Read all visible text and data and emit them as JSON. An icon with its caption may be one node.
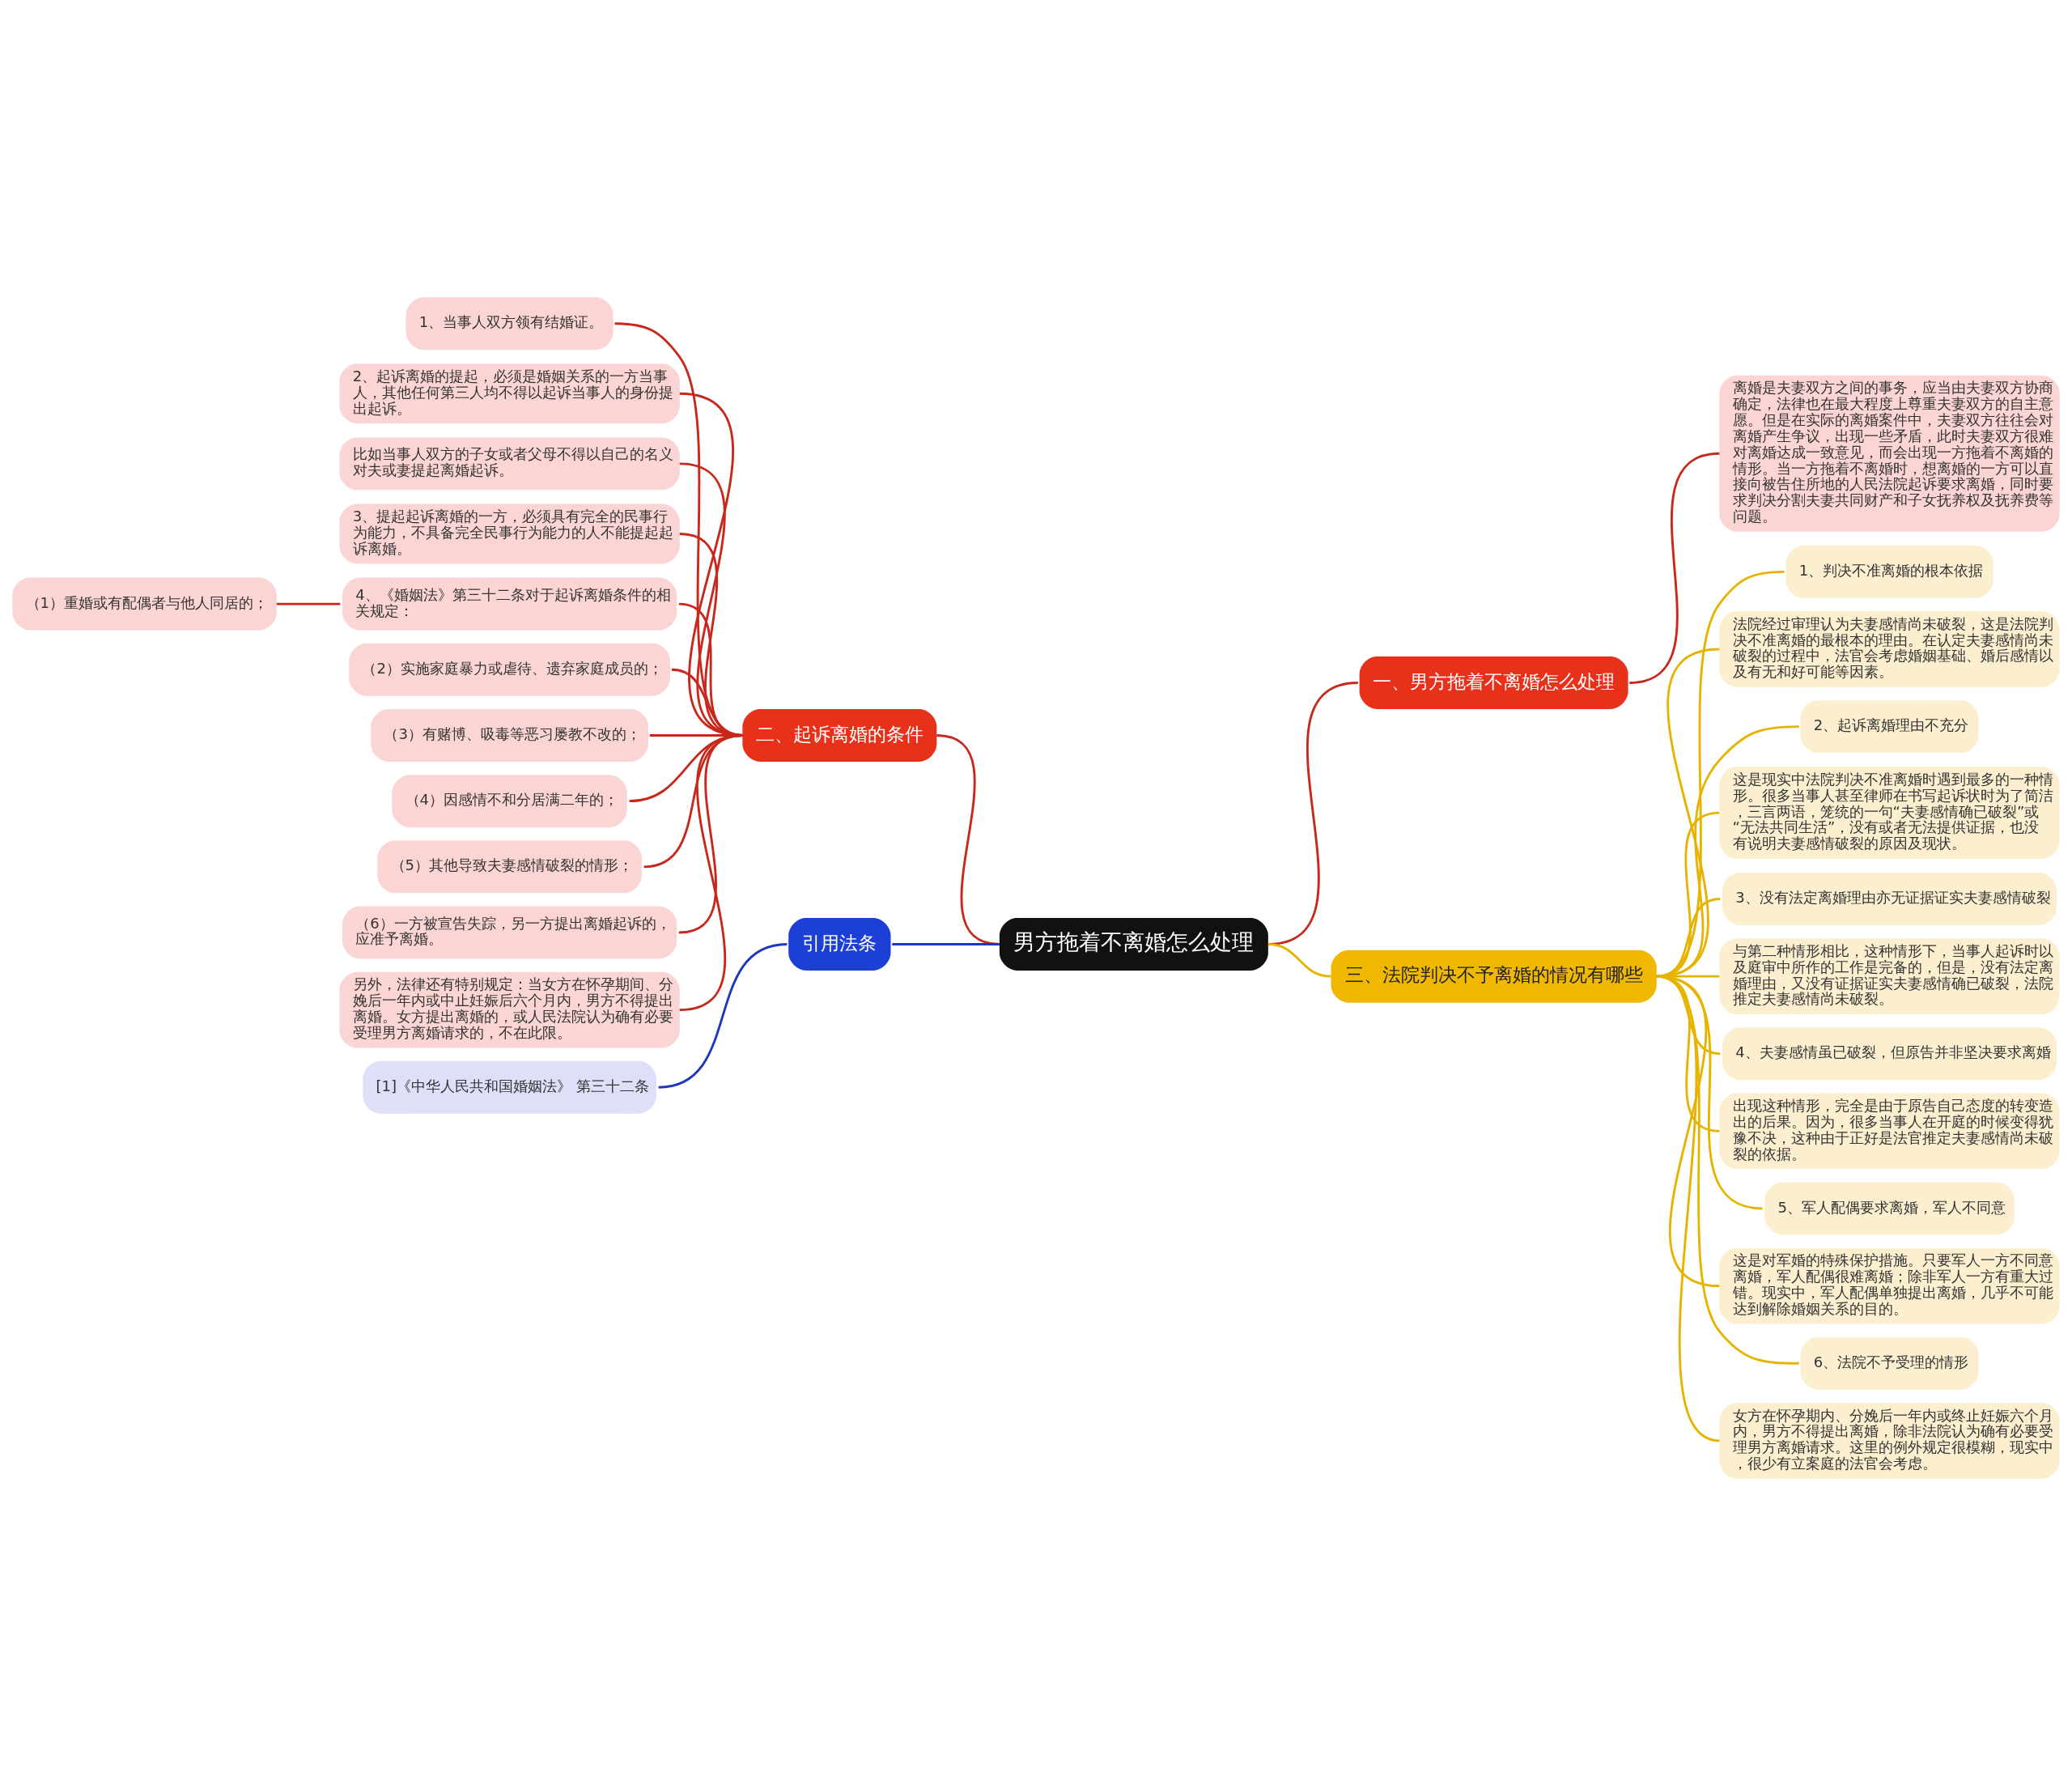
{
  "diagram": {
    "nodes": [
      {
        "text": [
          "男方拖着不离婚怎么处理"
        ]
      },
      {
        "text": [
          "一、男方拖着不离婚怎么处理"
        ]
      },
      {
        "text": [
          "离婚是夫妻双方之间的事务，应当由夫妻双方协商确定，法律也在最大程度上尊重夫妻双方的自主意愿。但是在实际的离婚案件中，夫妻双方往往会对离婚产生争议，出现一些矛盾，此时夫妻双方很难对离婚达成一致意见，而会出现一方拖着不离婚的情形。当一方拖着不离婚时，想离婚的一方可以直接向被告住所地的人民法院起诉要求离婚，同时要求判决分割夫妻共同财产和子女抚养权及抚养费等问题。"
        ]
      },
      {
        "text": [
          "二、起诉离婚的条件"
        ]
      },
      {
        "text": [
          "1、当事人双方领有结婚证。"
        ]
      },
      {
        "text": [
          "2、起诉离婚的提起，必须是婚姻关系的一方当事人，其他任何第三人均不得以起诉当事人的身份提出起诉。"
        ]
      },
      {
        "text": [
          "比如当事人双方的子女或者父母不得以自己的名义对夫或妻提起离婚起诉。"
        ]
      },
      {
        "text": [
          "3、提起起诉离婚的一方，必须具有完全的民事行为能力，不具备完全民事行为能力的人不能提起起诉离婚。"
        ]
      },
      {
        "text": [
          "4、《婚姻法》第三十二条对于起诉离婚条件的相关规定："
        ]
      },
      {
        "text": [
          "（1）重婚或有配偶者与他人同居的；"
        ]
      },
      {
        "text": [
          "（2）实施家庭暴力或虐待、遗弃家庭成员的；"
        ]
      },
      {
        "text": [
          "（3）有赌博、吸毒等恶习屡教不改的；"
        ]
      },
      {
        "text": [
          "（4）因感情不和分居满二年的；"
        ]
      },
      {
        "text": [
          "（5）其他导致夫妻感情破裂的情形；"
        ]
      },
      {
        "text": [
          "（6）一方被宣告失踪，另一方提出离婚起诉的，应准予离婚。"
        ]
      },
      {
        "text": [
          "另外，法律还有特别规定：当女方在怀孕期间、分娩后一年内或中止妊娠后六个月内，男方不得提出离婚。女方提出离婚的，或人民法院认为确有必要受理男方离婚请求的，不在此限。"
        ]
      },
      {
        "text": [
          "引用法条"
        ]
      },
      {
        "text": [
          "[1]《中华人民共和国婚姻法》 第三十二条"
        ]
      },
      {
        "text": [
          "三、法院判决不予离婚的情况有哪些"
        ]
      },
      {
        "text": [
          "1、判决不准离婚的根本依据"
        ]
      },
      {
        "text": [
          "法院经过审理认为夫妻感情尚未破裂，这是法院判决不准离婚的最根本的理由。在认定夫妻感情尚未破裂的过程中，法官会考虑婚姻基础、婚后感情以及有无和好可能等因素。"
        ]
      },
      {
        "text": [
          "2、起诉离婚理由不充分"
        ]
      },
      {
        "text": [
          "这是现实中法院判决不准离婚时遇到最多的一种情形。很多当事人甚至律师在书写起诉状时为了简洁，三言两语，笼统的一句“夫妻感情确已破裂”或“无法共同生活”，没有或者无法提供证据，也没有说明夫妻感情破裂的原因及现状。"
        ]
      },
      {
        "text": [
          "3、没有法定离婚理由亦无证据证实夫妻感情破裂"
        ]
      },
      {
        "text": [
          "与第二种情形相比，这种情形下，当事人起诉时以及庭审中所作的工作是完备的，但是，没有法定离婚理由，又没有证据证实夫妻感情确已破裂，法院推定夫妻感情尚未破裂。"
        ]
      },
      {
        "text": [
          "4、夫妻感情虽已破裂，但原告并非坚决要求离婚"
        ]
      },
      {
        "text": [
          "出现这种情形，完全是由于原告自己态度的转变造出的后果。因为，很多当事人在开庭的时候变得犹豫不决，这种由于正好是法官推定夫妻感情尚未破裂的依据。"
        ]
      },
      {
        "text": [
          "5、军人配偶要求离婚，军人不同意"
        ]
      },
      {
        "text": [
          "这是对军婚的特殊保护措施。只要军人一方不同意离婚，军人配偶很难离婚；除非军人一方有重大过错。现实中，军人配偶单独提出离婚，几乎不可能达到解除婚姻关系的目的。"
        ]
      },
      {
        "text": [
          "6、法院不予受理的情形"
        ]
      },
      {
        "text": [
          "女方在怀孕期内、分娩后一年内或终止妊娠六个月内，男方不得提出离婚，除非法院认为确有必要受理男方离婚请求。这里的例外规定很模糊，现实中，很少有立案庭的法官会考虑。"
        ]
      }
    ],
    "edges": [
      {
        "from": 0,
        "to": 1,
        "arrow": "none"
      },
      {
        "from": 1,
        "to": 2,
        "arrow": "none"
      },
      {
        "from": 0,
        "to": 3,
        "arrow": "none"
      },
      {
        "from": 3,
        "to": 4,
        "arrow": "none"
      },
      {
        "from": 3,
        "to": 5,
        "arrow": "none"
      },
      {
        "from": 3,
        "to": 6,
        "arrow": "none"
      },
      {
        "from": 3,
        "to": 7,
        "arrow": "none"
      },
      {
        "from": 3,
        "to": 8,
        "arrow": "none"
      },
      {
        "from": 8,
        "to": 9,
        "arrow": "none"
      },
      {
        "from": 3,
        "to": 10,
        "arrow": "none"
      },
      {
        "from": 3,
        "to": 11,
        "arrow": "none"
      },
      {
        "from": 3,
        "to": 12,
        "arrow": "none"
      },
      {
        "from": 3,
        "to": 13,
        "arrow": "none"
      },
      {
        "from": 3,
        "to": 14,
        "arrow": "none"
      },
      {
        "from": 3,
        "to": 15,
        "arrow": "none"
      },
      {
        "from": 0,
        "to": 16,
        "arrow": "none",
        "color": "#1f36c0"
      },
      {
        "from": 16,
        "to": 17,
        "arrow": "none",
        "color": "#1f36c0"
      },
      {
        "from": 0,
        "to": 18,
        "arrow": "none",
        "color": "#e6b400"
      },
      {
        "from": 18,
        "to": 19,
        "arrow": "none",
        "color": "#e6b400"
      },
      {
        "from": 18,
        "to": 20,
        "arrow": "none",
        "color": "#e6b400"
      },
      {
        "from": 18,
        "to": 21,
        "arrow": "none",
        "color": "#e6b400"
      },
      {
        "from": 18,
        "to": 22,
        "arrow": "none",
        "color": "#e6b400"
      },
      {
        "from": 18,
        "to": 23,
        "arrow": "none",
        "color": "#e6b400"
      },
      {
        "from": 18,
        "to": 24,
        "arrow": "none",
        "color": "#e6b400"
      },
      {
        "from": 18,
        "to": 25,
        "arrow": "none",
        "color": "#e6b400"
      },
      {
        "from": 18,
        "to": 26,
        "arrow": "none",
        "color": "#e6b400"
      },
      {
        "from": 18,
        "to": 27,
        "arrow": "none",
        "color": "#e6b400"
      },
      {
        "from": 18,
        "to": 28,
        "arrow": "none",
        "color": "#e6b400"
      },
      {
        "from": 18,
        "to": 29,
        "arrow": "none",
        "color": "#e6b400"
      },
      {
        "from": 18,
        "to": 30,
        "arrow": "none",
        "color": "#e6b400"
      }
    ]
  }
}
